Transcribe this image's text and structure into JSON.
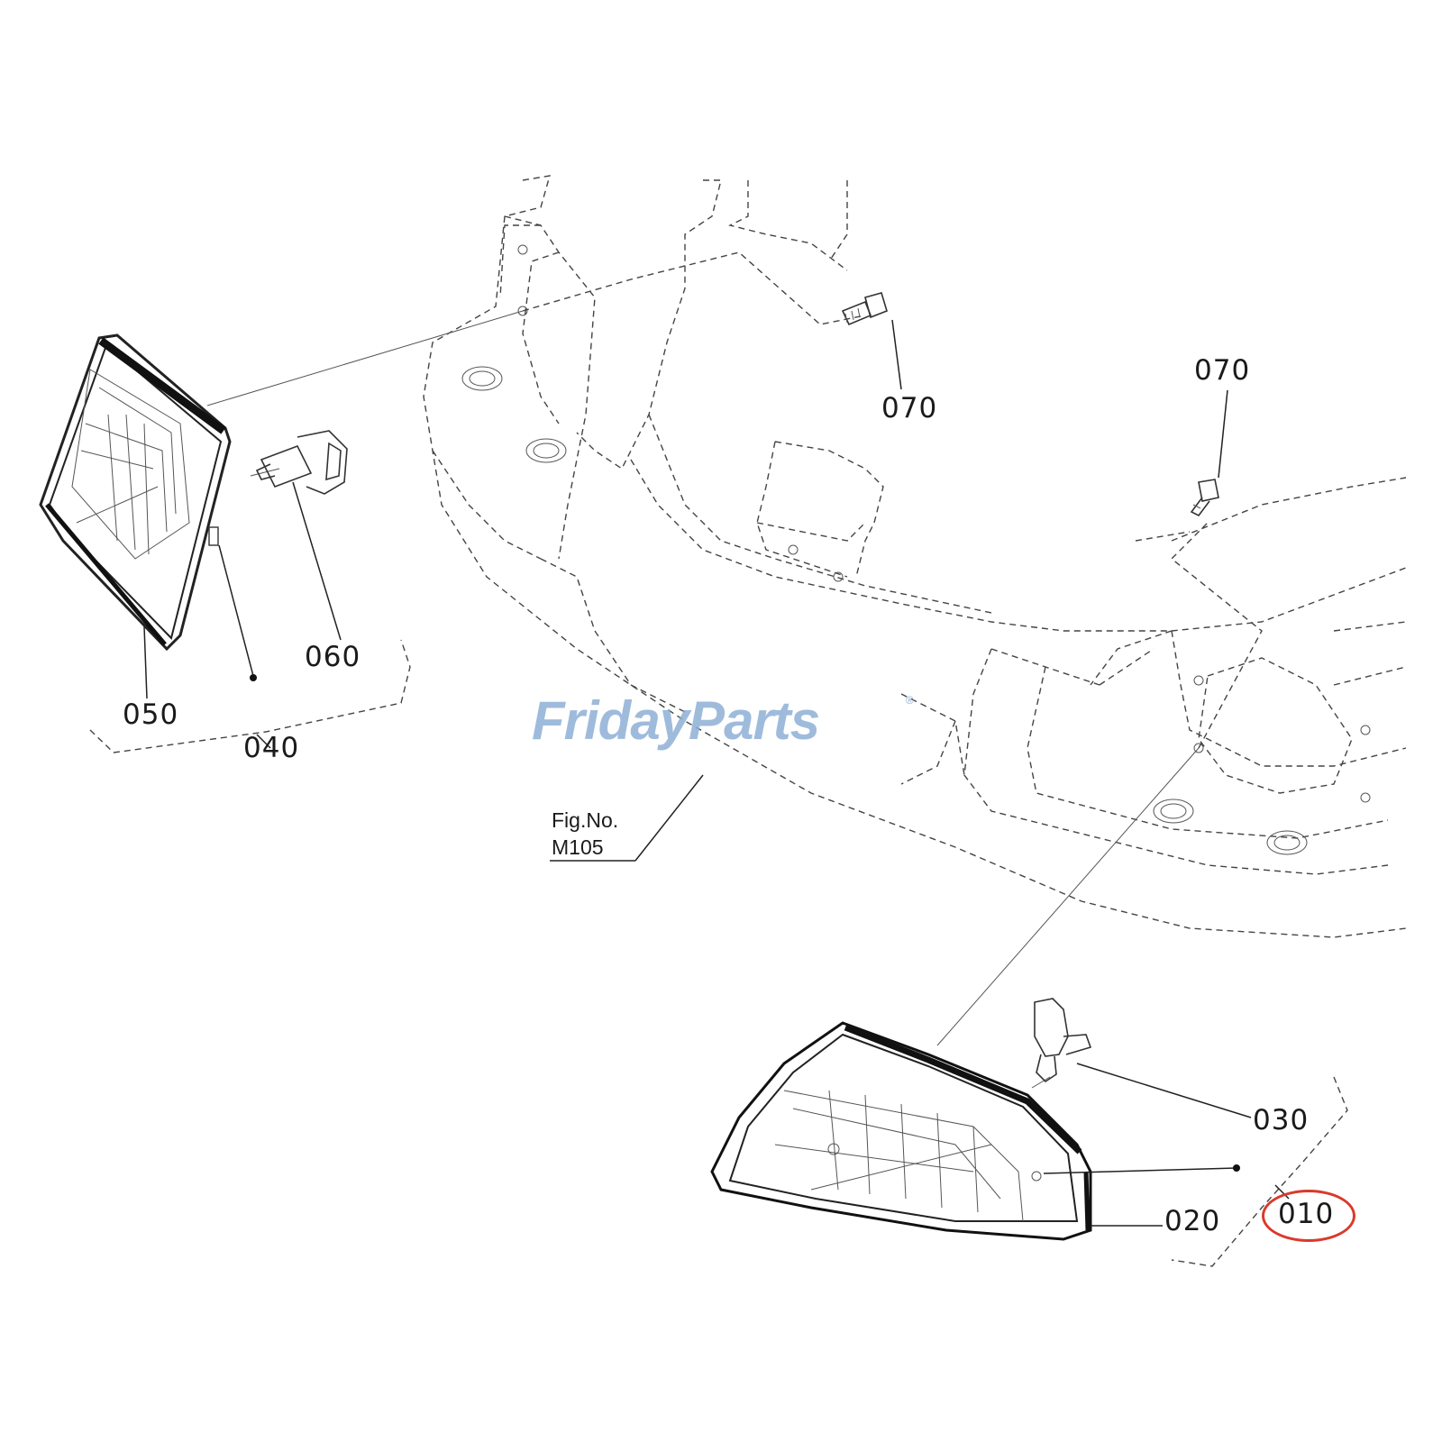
{
  "callouts": {
    "c070a": "070",
    "c070b": "070",
    "c060": "060",
    "c050": "050",
    "c040": "040",
    "c030": "030",
    "c020": "020",
    "c010": "010"
  },
  "figure_ref": {
    "line1": "Fig.No.",
    "line2": "M105"
  },
  "watermark": {
    "brand": "FridayParts",
    "registered": "®"
  },
  "highlight_color": "#d93a2b",
  "watermark_color": "#8fb0d6"
}
